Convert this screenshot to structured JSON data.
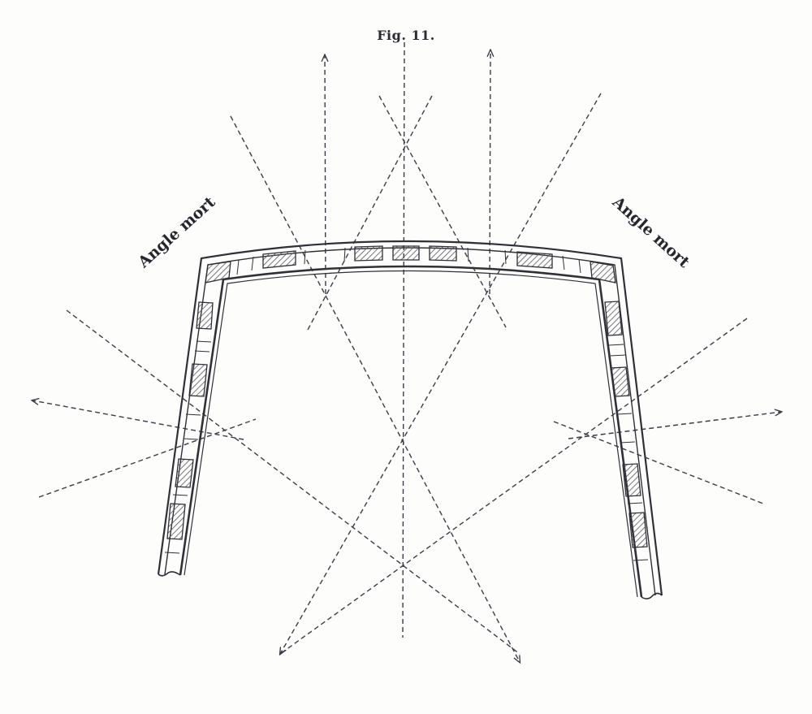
{
  "figure": {
    "title": "Fig. 11.",
    "labels": {
      "left": "Angle mort",
      "right": "Angle mort"
    }
  },
  "colors": {
    "ink": "#2f3038",
    "dash": "#3a3c48",
    "paper": "#fdfdfc",
    "hatch": "#55565e"
  }
}
